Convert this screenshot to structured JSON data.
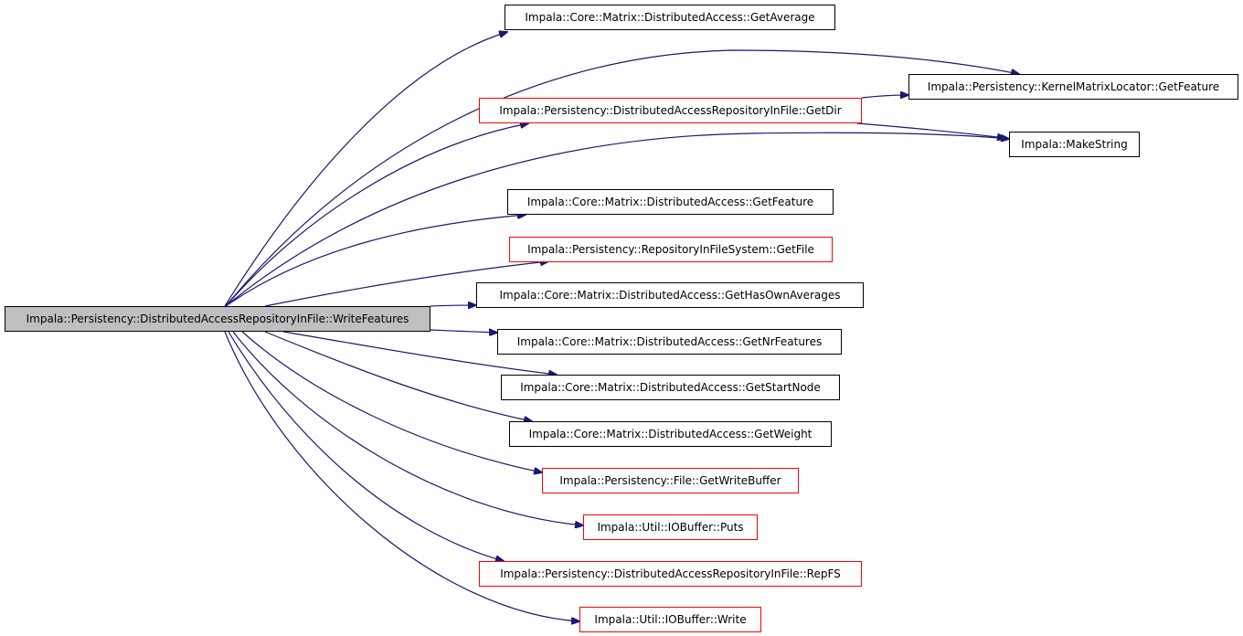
{
  "graph": {
    "edge_color": "#191970",
    "root": {
      "id": "root",
      "label": "Impala::Persistency::DistributedAccessRepositoryInFile::WriteFeatures",
      "fill": "#bfbfbf",
      "border": "#000000"
    },
    "nodes": [
      {
        "id": "get-average",
        "label": "Impala::Core::Matrix::DistributedAccess::GetAverage",
        "border": "#000000"
      },
      {
        "id": "kml-get-feature",
        "label": "Impala::Persistency::KernelMatrixLocator::GetFeature",
        "border": "#000000"
      },
      {
        "id": "get-dir",
        "label": "Impala::Persistency::DistributedAccessRepositoryInFile::GetDir",
        "border": "#ff0000"
      },
      {
        "id": "make-string",
        "label": "Impala::MakeString",
        "border": "#000000"
      },
      {
        "id": "da-get-feature",
        "label": "Impala::Core::Matrix::DistributedAccess::GetFeature",
        "border": "#000000"
      },
      {
        "id": "get-file",
        "label": "Impala::Persistency::RepositoryInFileSystem::GetFile",
        "border": "#ff0000"
      },
      {
        "id": "get-has-own-averages",
        "label": "Impala::Core::Matrix::DistributedAccess::GetHasOwnAverages",
        "border": "#000000"
      },
      {
        "id": "get-nr-features",
        "label": "Impala::Core::Matrix::DistributedAccess::GetNrFeatures",
        "border": "#000000"
      },
      {
        "id": "get-start-node",
        "label": "Impala::Core::Matrix::DistributedAccess::GetStartNode",
        "border": "#000000"
      },
      {
        "id": "get-weight",
        "label": "Impala::Core::Matrix::DistributedAccess::GetWeight",
        "border": "#000000"
      },
      {
        "id": "get-write-buffer",
        "label": "Impala::Persistency::File::GetWriteBuffer",
        "border": "#ff0000"
      },
      {
        "id": "puts",
        "label": "Impala::Util::IOBuffer::Puts",
        "border": "#ff0000"
      },
      {
        "id": "rep-fs",
        "label": "Impala::Persistency::DistributedAccessRepositoryInFile::RepFS",
        "border": "#ff0000"
      },
      {
        "id": "write",
        "label": "Impala::Util::IOBuffer::Write",
        "border": "#ff0000"
      }
    ],
    "edges": [
      {
        "from": "root",
        "to": "get-average"
      },
      {
        "from": "root",
        "to": "kml-get-feature"
      },
      {
        "from": "root",
        "to": "get-dir"
      },
      {
        "from": "get-dir",
        "to": "kml-get-feature"
      },
      {
        "from": "get-dir",
        "to": "make-string"
      },
      {
        "from": "root",
        "to": "make-string"
      },
      {
        "from": "root",
        "to": "da-get-feature"
      },
      {
        "from": "root",
        "to": "get-file"
      },
      {
        "from": "root",
        "to": "get-has-own-averages"
      },
      {
        "from": "root",
        "to": "get-nr-features"
      },
      {
        "from": "root",
        "to": "get-start-node"
      },
      {
        "from": "root",
        "to": "get-weight"
      },
      {
        "from": "root",
        "to": "get-write-buffer"
      },
      {
        "from": "root",
        "to": "puts"
      },
      {
        "from": "root",
        "to": "rep-fs"
      },
      {
        "from": "root",
        "to": "write"
      }
    ]
  }
}
